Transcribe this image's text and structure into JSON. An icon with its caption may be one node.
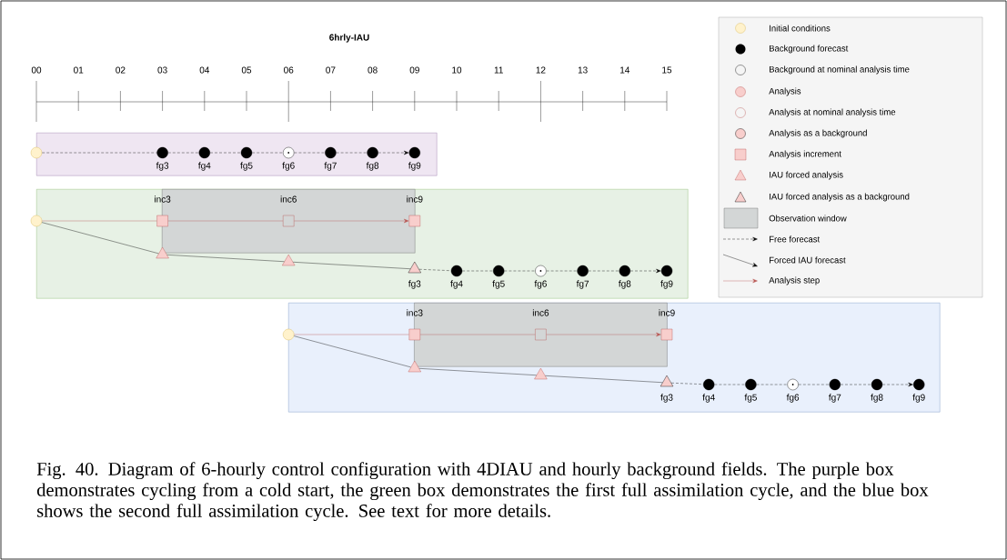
{
  "diagram": {
    "title": "6hrly-IAU",
    "caption": "Fig. 40. Diagram of 6-hourly control configuration with 4DIAU and hourly background fields. The purple box demonstrates cycling from a cold start, the green box demonstrates the first full assimilation cycle, and the blue box shows the second full assimilation cycle. See text for more details.",
    "nodes": [
      {
        "text": [],
        "shape": "box"
      },
      {
        "text": [],
        "shape": "circle",
        "in": 0
      },
      {
        "text": [],
        "shape": "circle",
        "in": 0,
        "beside": [
          "fg3"
        ]
      },
      {
        "text": [],
        "shape": "circle",
        "in": 0,
        "beside": [
          "fg4"
        ]
      },
      {
        "text": [],
        "shape": "circle",
        "in": 0,
        "beside": [
          "fg5"
        ]
      },
      {
        "text": [],
        "shape": "circle",
        "in": 0,
        "beside": [
          "fg6"
        ]
      },
      {
        "text": [],
        "shape": "circle",
        "in": 0,
        "beside": [
          "fg7"
        ]
      },
      {
        "text": [],
        "shape": "circle",
        "in": 0,
        "beside": [
          "fg8"
        ]
      },
      {
        "text": [],
        "shape": "circle",
        "in": 0,
        "beside": [
          "fg9"
        ]
      },
      {
        "text": [],
        "shape": "box"
      },
      {
        "text": [],
        "shape": "box",
        "in": 9
      },
      {
        "text": [],
        "shape": "circle",
        "in": 9
      },
      {
        "text": [],
        "shape": "box",
        "in": 9
      },
      {
        "text": [],
        "shape": "box",
        "in": 10
      },
      {
        "text": [],
        "shape": "box",
        "in": 9
      },
      {
        "text": [],
        "shape": "triangle",
        "in": 9
      },
      {
        "text": [],
        "shape": "triangle",
        "in": 9
      },
      {
        "text": [],
        "shape": "triangle",
        "in": 9,
        "beside": [
          "fg3"
        ]
      },
      {
        "text": [],
        "shape": "circle",
        "in": 9,
        "beside": [
          "fg4"
        ]
      },
      {
        "text": [],
        "shape": "circle",
        "in": 9,
        "beside": [
          "fg5"
        ]
      },
      {
        "text": [],
        "shape": "circle",
        "in": 9,
        "beside": [
          "fg6"
        ]
      },
      {
        "text": [],
        "shape": "circle",
        "in": 9,
        "beside": [
          "fg7"
        ]
      },
      {
        "text": [],
        "shape": "circle",
        "in": 9,
        "beside": [
          "fg8"
        ]
      },
      {
        "text": [],
        "shape": "circle",
        "in": 9,
        "beside": [
          "fg9"
        ]
      },
      {
        "text": [],
        "shape": "box"
      },
      {
        "text": [],
        "shape": "box",
        "in": 24
      },
      {
        "text": [],
        "shape": "circle",
        "in": 24
      },
      {
        "text": [],
        "shape": "box",
        "in": 24
      },
      {
        "text": [],
        "shape": "box",
        "in": 25
      },
      {
        "text": [],
        "shape": "box",
        "in": 24
      },
      {
        "text": [],
        "shape": "triangle",
        "in": 24
      },
      {
        "text": [],
        "shape": "triangle",
        "in": 24
      },
      {
        "text": [],
        "shape": "triangle",
        "in": 24,
        "beside": [
          "fg3"
        ]
      },
      {
        "text": [],
        "shape": "circle",
        "in": 24,
        "beside": [
          "fg4"
        ]
      },
      {
        "text": [],
        "shape": "circle",
        "in": 24,
        "beside": [
          "fg5"
        ]
      },
      {
        "text": [],
        "shape": "circle",
        "in": 24,
        "beside": [
          "fg6"
        ]
      },
      {
        "text": [],
        "shape": "circle",
        "in": 24,
        "beside": [
          "fg7"
        ]
      },
      {
        "text": [],
        "shape": "circle",
        "in": 24,
        "beside": [
          "fg8"
        ]
      },
      {
        "text": [],
        "shape": "circle",
        "in": 24,
        "beside": [
          "fg9"
        ]
      }
    ],
    "edges": [
      {
        "from": 1,
        "to": 2,
        "arrow": "none",
        "style": "dashed"
      },
      {
        "from": 2,
        "to": 3,
        "arrow": "none",
        "style": "dashed"
      },
      {
        "from": 3,
        "to": 4,
        "arrow": "none",
        "style": "dashed"
      },
      {
        "from": 4,
        "to": 5,
        "arrow": "none",
        "style": "dashed"
      },
      {
        "from": 5,
        "to": 6,
        "arrow": "none",
        "style": "dashed"
      },
      {
        "from": 6,
        "to": 7,
        "arrow": "none",
        "style": "dashed"
      },
      {
        "from": 7,
        "to": 8,
        "arrow": "to",
        "style": "dashed"
      },
      {
        "from": 11,
        "to": 12,
        "arrow": "none",
        "color": "#b85450"
      },
      {
        "from": 12,
        "to": 13,
        "arrow": "none",
        "color": "#b85450"
      },
      {
        "from": 13,
        "to": 14,
        "arrow": "to",
        "color": "#b85450"
      },
      {
        "from": 11,
        "to": 15,
        "arrow": "none"
      },
      {
        "from": 15,
        "to": 16,
        "arrow": "none"
      },
      {
        "from": 16,
        "to": 17,
        "arrow": "none"
      },
      {
        "from": 17,
        "to": 18,
        "arrow": "none",
        "style": "dashed"
      },
      {
        "from": 18,
        "to": 19,
        "arrow": "none",
        "style": "dashed"
      },
      {
        "from": 19,
        "to": 20,
        "arrow": "none",
        "style": "dashed"
      },
      {
        "from": 20,
        "to": 21,
        "arrow": "none",
        "style": "dashed"
      },
      {
        "from": 21,
        "to": 22,
        "arrow": "none",
        "style": "dashed"
      },
      {
        "from": 22,
        "to": 23,
        "arrow": "to",
        "style": "dashed"
      },
      {
        "from": 26,
        "to": 27,
        "arrow": "none",
        "color": "#b85450"
      },
      {
        "from": 27,
        "to": 28,
        "arrow": "none",
        "color": "#b85450"
      },
      {
        "from": 28,
        "to": 29,
        "arrow": "to",
        "color": "#b85450"
      },
      {
        "from": 26,
        "to": 30,
        "arrow": "none"
      },
      {
        "from": 30,
        "to": 31,
        "arrow": "none"
      },
      {
        "from": 31,
        "to": 32,
        "arrow": "none"
      },
      {
        "from": 32,
        "to": 33,
        "arrow": "none",
        "style": "dashed"
      },
      {
        "from": 33,
        "to": 34,
        "arrow": "none",
        "style": "dashed"
      },
      {
        "from": 34,
        "to": 35,
        "arrow": "none",
        "style": "dashed"
      },
      {
        "from": 35,
        "to": 36,
        "arrow": "none",
        "style": "dashed"
      },
      {
        "from": 36,
        "to": 37,
        "arrow": "none",
        "style": "dashed"
      },
      {
        "from": 37,
        "to": 38,
        "arrow": "to",
        "style": "dashed"
      }
    ],
    "labels": [
      "00",
      "01",
      "02",
      "03",
      "04",
      "05",
      "06",
      "07",
      "08",
      "09",
      "10",
      "11",
      "12",
      "13",
      "14",
      "15",
      "inc3",
      "inc6",
      "inc9",
      "inc3",
      "inc6",
      "inc9"
    ],
    "legend": [
      {
        "text": "Initial conditions"
      },
      {
        "text": "Background forecast"
      },
      {
        "text": "Background at nominal analysis time"
      },
      {
        "text": "Analysis"
      },
      {
        "text": "Analysis at nominal analysis time"
      },
      {
        "text": "Analysis as a background"
      },
      {
        "text": "Analysis increment"
      },
      {
        "text": "IAU forced analysis"
      },
      {
        "text": "IAU forced analysis as a background"
      },
      {
        "text": "Observation window"
      },
      {
        "text": "Free forecast"
      },
      {
        "text": "Forced IAU forecast"
      },
      {
        "text": "Analysis step"
      }
    ]
  }
}
